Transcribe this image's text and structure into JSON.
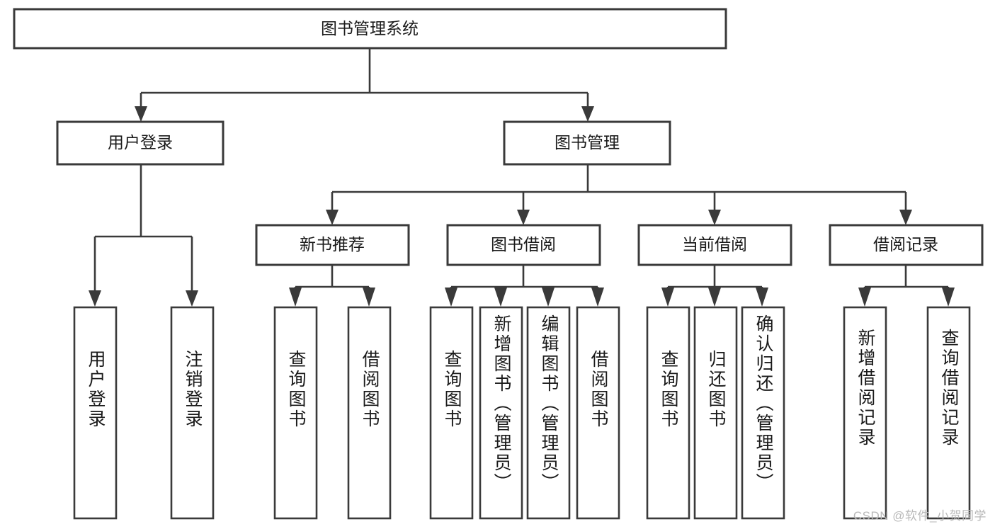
{
  "diagram": {
    "type": "tree",
    "title": "图书管理系统",
    "watermark": "CSDN @软件_小贺同学",
    "colors": {
      "stroke": "#3a3a3a",
      "fill": "#ffffff",
      "text": "#1a1a1a",
      "watermark": "#b9b9b9",
      "background": "#ffffff"
    },
    "nodes": {
      "root": {
        "label": "图书管理系统",
        "orientation": "horizontal"
      },
      "level2": [
        {
          "label": "用户登录",
          "orientation": "horizontal"
        },
        {
          "label": "图书管理",
          "orientation": "horizontal"
        }
      ],
      "level3": [
        {
          "label": "新书推荐",
          "orientation": "horizontal"
        },
        {
          "label": "图书借阅",
          "orientation": "horizontal"
        },
        {
          "label": "当前借阅",
          "orientation": "horizontal"
        },
        {
          "label": "借阅记录",
          "orientation": "horizontal"
        }
      ],
      "leaves": {
        "user_login": [
          {
            "label": "用户登录",
            "orientation": "vertical"
          },
          {
            "label": "注销登录",
            "orientation": "vertical"
          }
        ],
        "new_book_recommend": [
          {
            "label": "查询图书",
            "orientation": "vertical"
          },
          {
            "label": "借阅图书",
            "orientation": "vertical"
          }
        ],
        "book_borrow": [
          {
            "label": "查询图书",
            "orientation": "vertical"
          },
          {
            "label": "新增图书（管理员）",
            "orientation": "vertical"
          },
          {
            "label": "编辑图书（管理员）",
            "orientation": "vertical"
          },
          {
            "label": "借阅图书",
            "orientation": "vertical"
          }
        ],
        "current_borrow": [
          {
            "label": "查询图书",
            "orientation": "vertical"
          },
          {
            "label": "归还图书",
            "orientation": "vertical"
          },
          {
            "label": "确认归还（管理员）",
            "orientation": "vertical"
          }
        ],
        "borrow_record": [
          {
            "label": "新增借阅记录",
            "orientation": "vertical"
          },
          {
            "label": "查询借阅记录",
            "orientation": "vertical"
          }
        ]
      }
    },
    "edges": [
      {
        "from": "图书管理系统",
        "to": "用户登录"
      },
      {
        "from": "图书管理系统",
        "to": "图书管理"
      },
      {
        "from": "用户登录",
        "to": "用户登录"
      },
      {
        "from": "用户登录",
        "to": "注销登录"
      },
      {
        "from": "图书管理",
        "to": "新书推荐"
      },
      {
        "from": "图书管理",
        "to": "图书借阅"
      },
      {
        "from": "图书管理",
        "to": "当前借阅"
      },
      {
        "from": "图书管理",
        "to": "借阅记录"
      },
      {
        "from": "新书推荐",
        "to": "查询图书"
      },
      {
        "from": "新书推荐",
        "to": "借阅图书"
      },
      {
        "from": "图书借阅",
        "to": "查询图书"
      },
      {
        "from": "图书借阅",
        "to": "新增图书（管理员）"
      },
      {
        "from": "图书借阅",
        "to": "编辑图书（管理员）"
      },
      {
        "from": "图书借阅",
        "to": "借阅图书"
      },
      {
        "from": "当前借阅",
        "to": "查询图书"
      },
      {
        "from": "当前借阅",
        "to": "归还图书"
      },
      {
        "from": "当前借阅",
        "to": "确认归还（管理员）"
      },
      {
        "from": "借阅记录",
        "to": "新增借阅记录"
      },
      {
        "from": "借阅记录",
        "to": "查询借阅记录"
      }
    ]
  }
}
